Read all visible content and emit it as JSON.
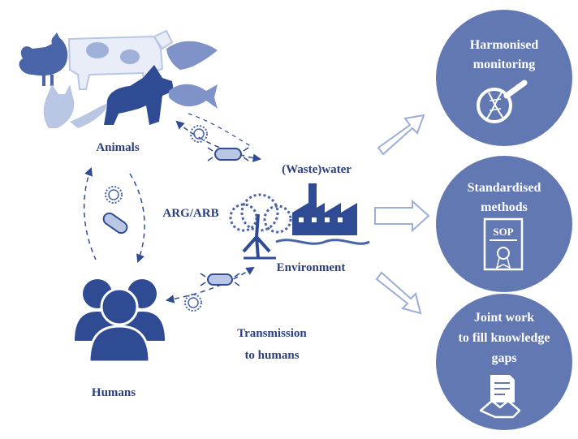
{
  "labels": {
    "animals": "Animals",
    "humans": "Humans",
    "wastewater": "(Waste)water",
    "environment": "Environment",
    "arg_arb": "ARG/ARB",
    "transmission_line1": "Transmission",
    "transmission_line2": "to humans"
  },
  "actions": [
    {
      "lines": [
        "Harmonised",
        "monitoring"
      ],
      "icon": "dna-magnifier-icon"
    },
    {
      "lines": [
        "Standardised",
        "methods"
      ],
      "icon": "sop-certificate-icon",
      "badge": "SOP"
    },
    {
      "lines": [
        "Joint work",
        "to fill knowledge",
        "gaps"
      ],
      "icon": "handshake-document-icon"
    }
  ],
  "colors": {
    "dark_blue": "#2f4b94",
    "mid_blue": "#5b74b5",
    "light_blue": "#b9c7e4",
    "circle_fill": "#6178b3",
    "label_text": "#2b3f7e"
  }
}
